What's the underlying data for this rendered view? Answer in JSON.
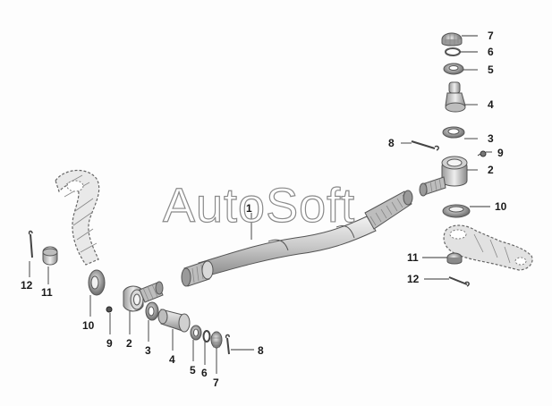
{
  "watermark": "AutoSoft",
  "callouts": {
    "c1": "1",
    "c2_right": "2",
    "c3_right": "3",
    "c4_right": "4",
    "c5_right": "5",
    "c6_right": "6",
    "c7_right": "7",
    "c8_right": "8",
    "c9_right": "9",
    "c10_right": "10",
    "c11_right": "11",
    "c12_right": "12",
    "c12_left": "12",
    "c11_left": "11",
    "c10_left": "10",
    "c9_left": "9",
    "c2_left": "2",
    "c3_left": "3",
    "c4_left": "4",
    "c5_left": "5",
    "c6_left": "6",
    "c7_left": "7",
    "c8_left": "8"
  }
}
